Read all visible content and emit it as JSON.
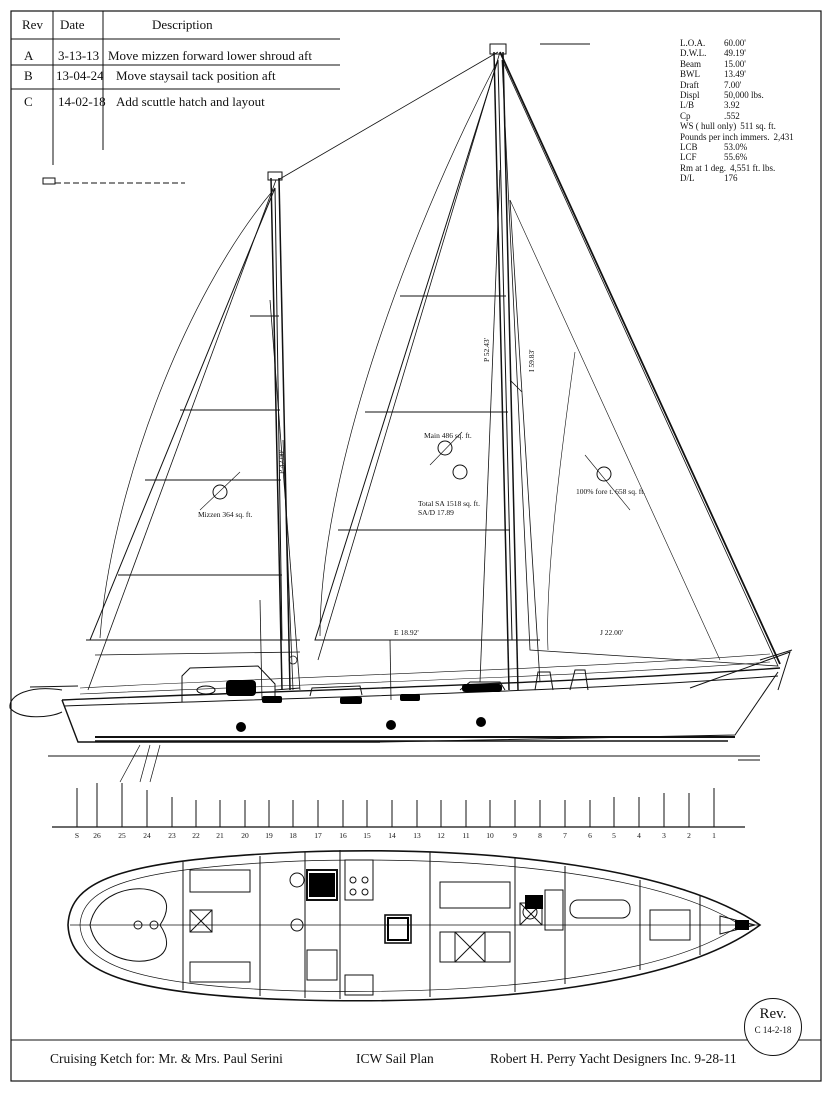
{
  "revisions": {
    "headers": [
      "Rev",
      "Date",
      "Description"
    ],
    "rows": [
      {
        "rev": "A",
        "date": "3-13-13",
        "desc": "Move mizzen forward lower shroud aft"
      },
      {
        "rev": "B",
        "date": "13-04-24",
        "desc": "Move staysail tack position aft"
      },
      {
        "rev": "C",
        "date": "14-02-18",
        "desc": "Add scuttle hatch and layout"
      }
    ]
  },
  "specs": [
    {
      "k": "L.O.A.",
      "v": "60.00'"
    },
    {
      "k": "D.W.L.",
      "v": "49.19'"
    },
    {
      "k": "Beam",
      "v": "15.00'"
    },
    {
      "k": "BWL",
      "v": "13.49'"
    },
    {
      "k": "Draft",
      "v": "7.00'"
    },
    {
      "k": "Displ",
      "v": "50,000 lbs."
    },
    {
      "k": "L/B",
      "v": "3.92"
    },
    {
      "k": "Cp",
      "v": ".552"
    },
    {
      "k": "WS ( hull only)",
      "v": "511 sq. ft."
    },
    {
      "k": "Pounds per inch immers.",
      "v": "2,431"
    },
    {
      "k": "LCB",
      "v": "53.0%"
    },
    {
      "k": "LCF",
      "v": "55.6%"
    },
    {
      "k": "Rm at 1 deg.",
      "v": "4,551 ft. lbs."
    },
    {
      "k": "D/L",
      "v": "176"
    }
  ],
  "sail_labels": {
    "mizzen": "Mizzen 364 sq. ft.",
    "main": "Main 486 sq. ft.",
    "fore": "100% fore t. 658 sq. ft.",
    "total": "Total SA 1518 sq. ft.",
    "sad": "SA/D 17.89",
    "e": "E 18.92'",
    "j": "J 22.00'",
    "p_main": "P 52.43'",
    "i_fore": "I 59.83'",
    "p_mizzen": "P 42.00'"
  },
  "stations": [
    "S",
    "26",
    "25",
    "24",
    "23",
    "22",
    "21",
    "20",
    "19",
    "18",
    "17",
    "16",
    "15",
    "14",
    "13",
    "12",
    "11",
    "10",
    "9",
    "8",
    "7",
    "6",
    "5",
    "4",
    "3",
    "2",
    "1"
  ],
  "stamp": {
    "title": "Rev.",
    "sub": "C 14-2-18"
  },
  "title_block": {
    "project": "Cruising Ketch   for: Mr. & Mrs. Paul Serini",
    "drawing": "ICW   Sail Plan",
    "designer": "Robert H. Perry Yacht Designers Inc.  9-28-11"
  },
  "colors": {
    "ink": "#111111",
    "hull_black": "#000000",
    "paper": "#ffffff"
  }
}
